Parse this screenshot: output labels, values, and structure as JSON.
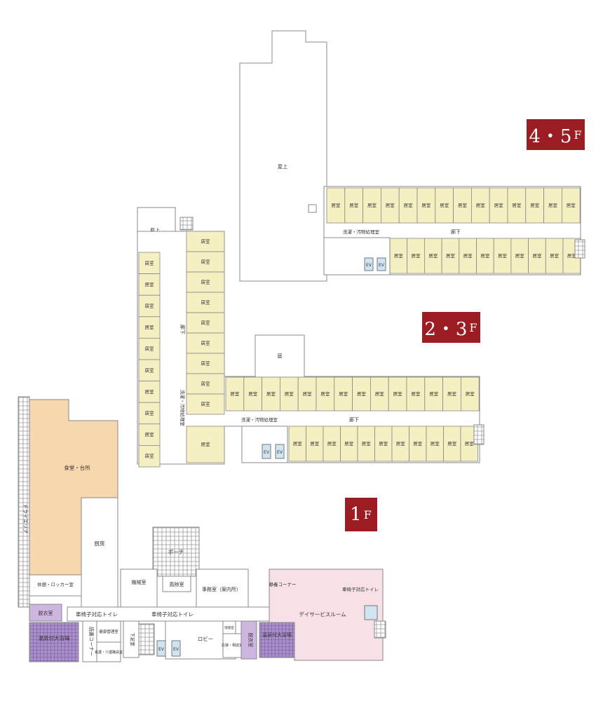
{
  "floors": {
    "f45": {
      "label": "4・5",
      "suffix": "F"
    },
    "f23": {
      "label": "2・3",
      "suffix": "F"
    },
    "f1": {
      "label": "1",
      "suffix": "F"
    }
  },
  "labels": {
    "room": "居室",
    "corridor": "廊下",
    "roof": "屋上",
    "laundry": "洗濯・汚物処理室",
    "garden": "庭",
    "ev": "EV",
    "dining": "食堂・台所",
    "kitchen": "厨房",
    "dry_area": "ドライエリア",
    "rest_locker": "休憩・ロッカー室",
    "dressing": "脱衣室",
    "bath": "温泉付大浴場",
    "wc_accessible": "車椅子対応トイレ",
    "reading": "読書コーナー",
    "health": "健康管理室",
    "nurse": "看護・介護職員室",
    "porch": "ポーチ",
    "machine": "機械室",
    "windbreak": "風除室",
    "office": "事務室（案内所）",
    "quiet": "静養コーナー",
    "dayservice": "デイサービスルーム",
    "lobby": "ロビー",
    "reception": "応接・相談室",
    "shoes": "下足室",
    "smoking": "喫煙室"
  },
  "colors": {
    "room": "#f5f0c2",
    "dining": "#f7d8ae",
    "dayservice": "#f7e1e6",
    "dressing": "#cdb7e0",
    "bath": "#a98fc8",
    "water": "#cfe6f2",
    "accent": "#9b1c22"
  }
}
